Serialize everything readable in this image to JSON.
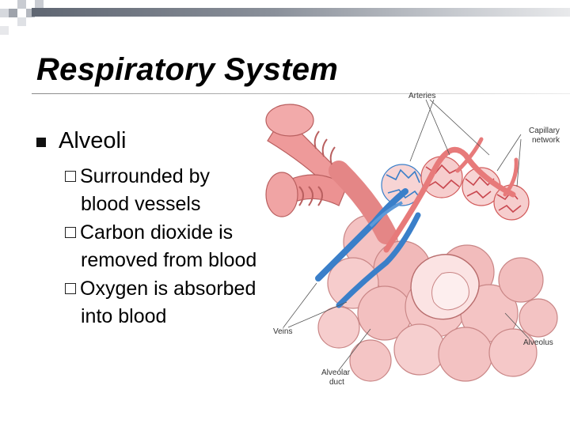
{
  "slide": {
    "title": "Respiratory System",
    "bullet": "Alveoli",
    "subbullets": [
      {
        "line1": "Surrounded by",
        "line2": "blood vessels"
      },
      {
        "line1": "Carbon dioxide is",
        "line2": "removed from blood"
      },
      {
        "line1": "Oxygen is absorbed",
        "line2": "into blood"
      }
    ]
  },
  "diagram": {
    "labels": {
      "arteries": "Arteries",
      "capillary_1": "Capillary",
      "capillary_2": "network",
      "veins": "Veins",
      "alveolus": "Alveolus",
      "duct_1": "Alveolar",
      "duct_2": "duct"
    }
  },
  "colors": {
    "title_bar": "#5f6672",
    "artery": "#e77a7a",
    "vein": "#3a7fc9",
    "alveolus": "#f4c2c2"
  }
}
